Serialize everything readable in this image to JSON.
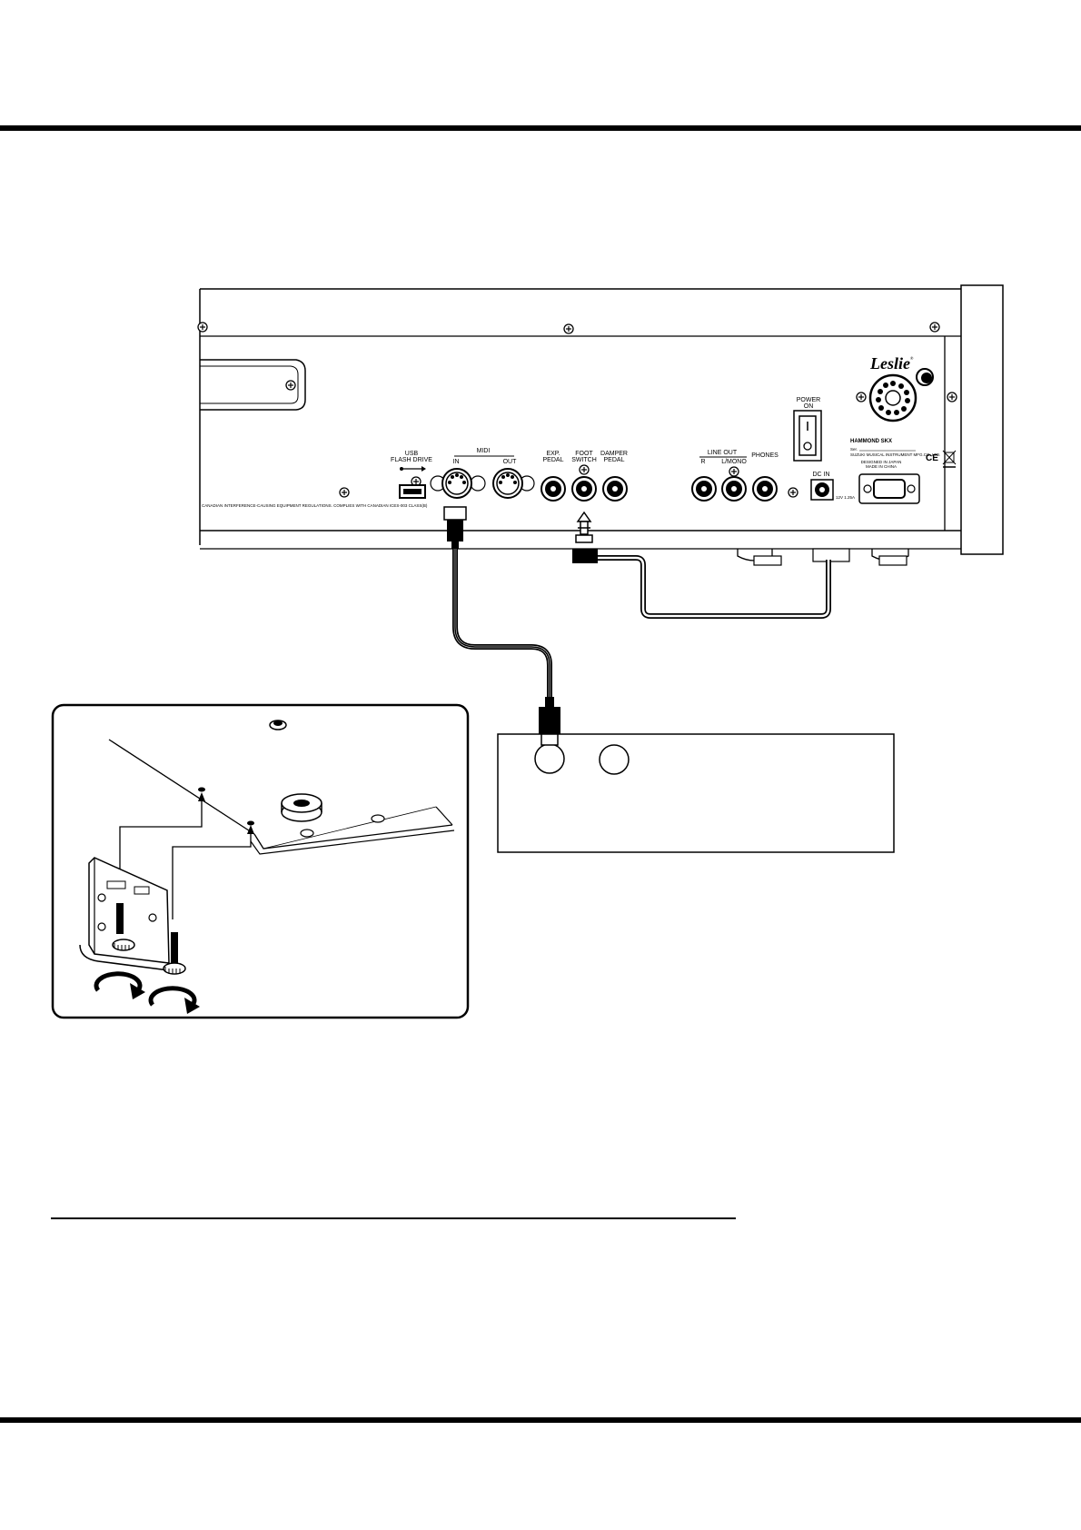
{
  "panel": {
    "brand": "Leslie",
    "brand_mark": "®",
    "model": "HAMMOND SKX",
    "serial": "Ser.",
    "maker": "SUZUKI MUSICAL INSTRUMENT MFG.CO.,LTD.",
    "design1": "DESIGNED IN JAPAN",
    "design2": "MADE IN CHINA",
    "ce": "CE",
    "regulation": "CANADIAN INTERFERENCE-CAUSING EQUIPMENT REGULATIONS.   COMPLIES WITH CANADIAN ICES-003 CLASS(B)",
    "power": {
      "line1": "POWER",
      "line2": "ON"
    },
    "usb": {
      "line1": "USB",
      "line2": "FLASH DRIVE"
    },
    "midi": {
      "title": "MIDI",
      "in": "IN",
      "out": "OUT"
    },
    "exp": {
      "line1": "EXP.",
      "line2": "PEDAL"
    },
    "foot": {
      "line1": "FOOT",
      "line2": "SWITCH"
    },
    "damper": {
      "line1": "DAMPER",
      "line2": "PEDAL"
    },
    "lineout": {
      "title": "LINE OUT",
      "r": "R",
      "lmono": "L/MONO"
    },
    "phones": "PHONES",
    "dcin": {
      "title": "DC IN",
      "spec": "12V 1.25A"
    }
  },
  "icons": [
    "screw-icon",
    "usb-icon",
    "midi-port-icon",
    "jack-icon",
    "power-switch-icon",
    "rotate-arrow-icon",
    "pedal-plug-icon",
    "midi-plug-icon"
  ]
}
